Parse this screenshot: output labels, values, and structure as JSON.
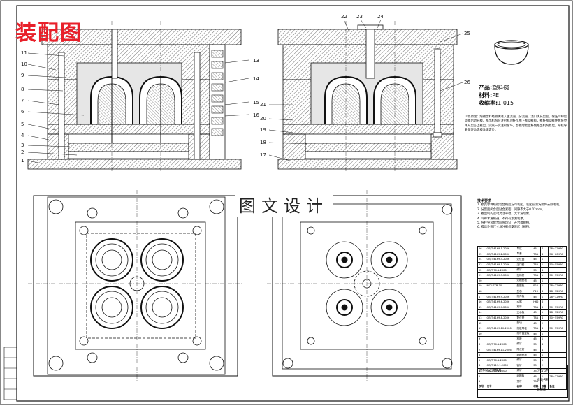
{
  "title": "装配图",
  "watermark": "图文设计",
  "part_numbers_left": [
    "11",
    "10",
    "9",
    "8",
    "7",
    "6",
    "5",
    "4",
    "3",
    "2",
    "1"
  ],
  "part_numbers_right_left_view": [
    "13",
    "14",
    "15",
    "16"
  ],
  "part_numbers_top": [
    "22",
    "23",
    "24"
  ],
  "part_numbers_right_view_left": [
    "21",
    "20",
    "19",
    "18",
    "17"
  ],
  "part_numbers_right_view_right": [
    "25",
    "26"
  ],
  "product_info": {
    "product_label": "产品:",
    "product_value": "塑料碗",
    "material_label": "材料:",
    "material_value": "PE",
    "shrink_label": "收缩率:",
    "shrink_value": "1.015"
  },
  "tech_text_1": "工作原理：熔融塑料经喷嘴进入主流道、分流道、浇口填充型腔，保压冷却后动模后退开模，推出机构在注射机顶杆作用下推动推板，推杆推动推件板将塑件从型芯上推出，完成一次注射循环。合模时复位杆使推出机构复位，导柱导套保证动定模准确定位。",
  "tech_text_2_title": "技术要求",
  "tech_text_2": [
    "1. 模具零件经检验合格后方可装配，装配前清洗零件去除毛刺。",
    "2. 分型面闭合后贴合紧密，间隙不大于0.02mm。",
    "3. 推出机构运动灵活平稳，无卡滞现象。",
    "4. 冷却水道畅通，不得有渗漏现象。",
    "5. 导柱导套配合间隙均匀，开合模顺畅。",
    "6. 模具外形尺寸与注射机安装尺寸相符。"
  ],
  "bom_rows": [
    [
      "26",
      "GB/T 4169.1-2006",
      "导柱",
      "45",
      "4",
      "28~32HRC"
    ],
    [
      "25",
      "GB/T 4169.2-2006",
      "导套",
      "T8A",
      "4",
      "56~60HRC"
    ],
    [
      "24",
      "GB/T 4169.4-2006",
      "定位圈",
      "45",
      "1",
      ""
    ],
    [
      "23",
      "GB/T 4169.5-2006",
      "浇口套",
      "T8A",
      "1",
      "50~55HRC"
    ],
    [
      "22",
      "GB/T 70.1-2000",
      "螺钉",
      "35",
      "4",
      ""
    ],
    [
      "21",
      "GB/T 4169.3-2006",
      "拉料杆",
      "T8A",
      "1",
      "50~55HRC"
    ],
    [
      "20",
      "",
      "定模座板",
      "45",
      "1",
      ""
    ],
    [
      "19",
      "MC-LSTR-30",
      "型腔板",
      "P20",
      "1",
      "28~32HRC"
    ],
    [
      "18",
      "",
      "型芯",
      "P20",
      "4",
      "28~32HRC"
    ],
    [
      "17",
      "GB/T 4169.9-2006",
      "推件板",
      "45",
      "1",
      "28~32HRC"
    ],
    [
      "16",
      "GB/T 4169.6-2006",
      "水嘴",
      "H62",
      "8",
      ""
    ],
    [
      "15",
      "GB/T 4169.7-2006",
      "推杆",
      "T8A",
      "4",
      "50~55HRC"
    ],
    [
      "14",
      "",
      "支承板",
      "45",
      "1",
      "28~32HRC"
    ],
    [
      "13",
      "GB/T 4169.8-2006",
      "复位杆",
      "T8A",
      "4",
      "50~55HRC"
    ],
    [
      "12",
      "",
      "垫块",
      "45",
      "2",
      ""
    ],
    [
      "11",
      "GB/T 4169.10-2006",
      "推板导柱",
      "T8A",
      "4",
      "50~55HRC"
    ],
    [
      "10",
      "",
      "推杆固定板",
      "45",
      "1",
      ""
    ],
    [
      "9",
      "",
      "推板",
      "45",
      "1",
      ""
    ],
    [
      "8",
      "GB/T 70.1-2000",
      "螺钉",
      "35",
      "4",
      ""
    ],
    [
      "7",
      "GB/T 4169.11-2006",
      "限位钉",
      "45",
      "4",
      ""
    ],
    [
      "6",
      "",
      "动模座板",
      "45",
      "1",
      ""
    ],
    [
      "5",
      "GB/T 70.1-2000",
      "螺钉",
      "35",
      "6",
      ""
    ],
    [
      "4",
      "GB/T 119.1-2000",
      "销钉",
      "35",
      "2",
      ""
    ],
    [
      "3",
      "GB/T 70.1-2000",
      "螺钉",
      "35",
      "4",
      ""
    ],
    [
      "2",
      "",
      "动模板",
      "45",
      "1",
      "28~32HRC"
    ],
    [
      "1",
      "",
      "顶杆",
      "T8A",
      "2",
      ""
    ]
  ],
  "bom_header": [
    "序号",
    "代号",
    "名称",
    "材料",
    "数量",
    "备注"
  ],
  "title_block": {
    "drawing_name": "塑料碗注塑模具",
    "school": "学校名称",
    "sheet": "装配图",
    "dept": "班级名称"
  },
  "colors": {
    "line": "#111111",
    "hatch": "#333333",
    "title_red": "#e8202a"
  }
}
